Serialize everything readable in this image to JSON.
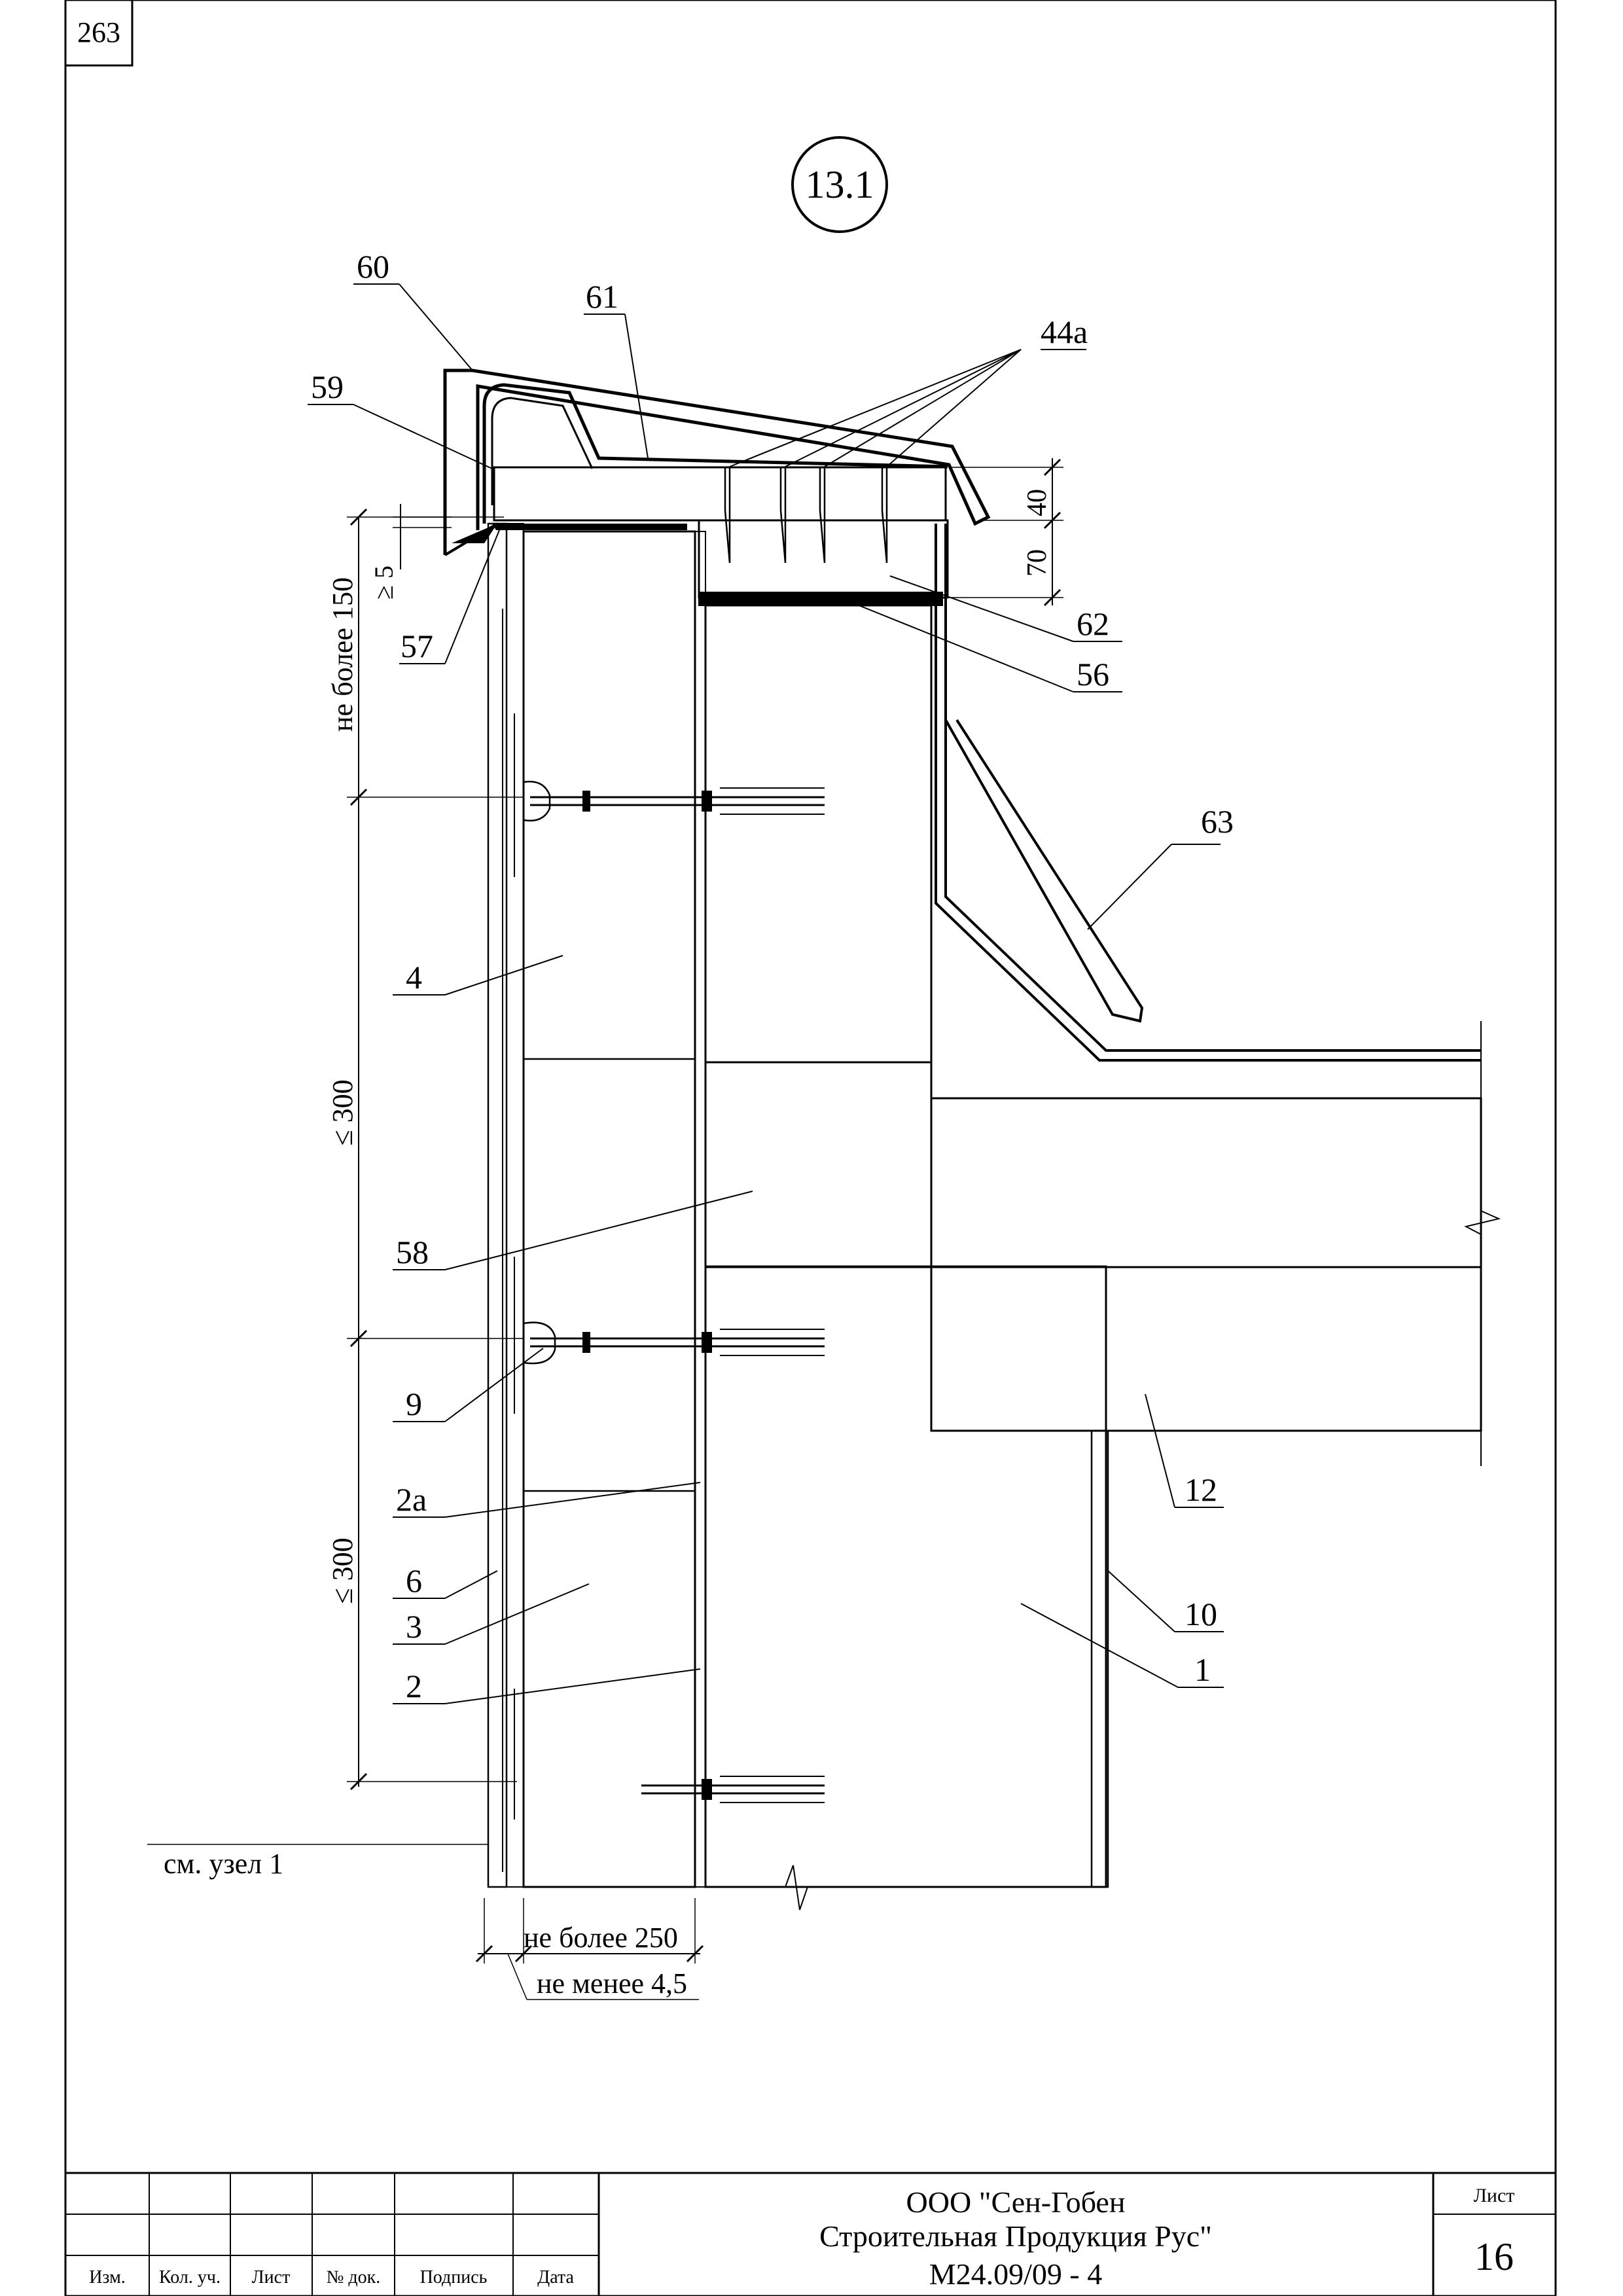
{
  "sheet_corner_number": "263",
  "detail_number": "13.1",
  "callouts": {
    "c60": "60",
    "c61": "61",
    "c44a": "44а",
    "c59": "59",
    "c57": "57",
    "c62": "62",
    "c56": "56",
    "c63": "63",
    "c4": "4",
    "c58": "58",
    "c9": "9",
    "c2a": "2а",
    "c6": "6",
    "c3": "3",
    "c2": "2",
    "c12": "12",
    "c10": "10",
    "c1": "1"
  },
  "dimensions": {
    "d40": "40",
    "d70": "70",
    "d5": "≥ 5",
    "d150": "не более 150",
    "d300a": "≤  300",
    "d300b": "≤ 300",
    "d250": "не более 250",
    "d45": "не менее 4,5"
  },
  "reference_note": "см. узел 1",
  "title_block": {
    "company_line1": "ООО \"Сен-Гобен",
    "company_line2": "Строительная Продукция Рус\"",
    "doc_code": "М24.09/09 - 4",
    "sheet_label": "Лист",
    "sheet_number": "16",
    "headers": [
      "Изм.",
      "Кол. уч.",
      "Лист",
      "№ док.",
      "Подпись",
      "Дата"
    ]
  }
}
